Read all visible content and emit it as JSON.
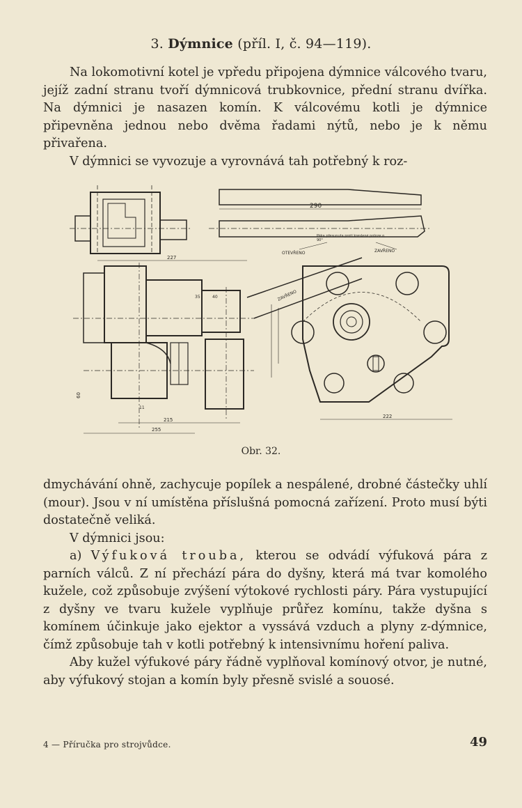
{
  "heading": {
    "number": "3.",
    "title": "Dýmnice",
    "ref": "(příl. I, č. 94—119)."
  },
  "intro": {
    "p1": "Na lokomotivní kotel je vpředu připojena dýmnice válcového tvaru, jejíž zadní stranu tvoří dýmnicová trubkovnice, přední stranu dvířka. Na dýmnici je nasazen komín. K válcovému kotli je dýmnice připevněna jednou nebo dvěma řadami nýtů, nebo je k němu přivařena.",
    "p2": "V dýmnici se vyvozuje a vyrovnává tah potřebný k roz-"
  },
  "figure": {
    "caption": "Obr. 32.",
    "labels": {
      "otevreno": "OTEVŘENO",
      "zavreno": "ZAVŘENO",
      "zavreno2": "ZAVŘENO",
      "note": "Páka přesunuta proti kreslené poloze o 90°",
      "d290": "290",
      "d227": "227",
      "d215": "215",
      "d255": "255",
      "d222": "222",
      "d60": "60",
      "d35": "35",
      "d40": "40",
      "d11": "11"
    }
  },
  "body": {
    "p3": "dmychávání ohně, zachycuje popílek a nespálené, drobné částečky uhlí (mour). Jsou v ní umístěna příslušná pomocná zařízení. Proto musí býti dostatečně veliká.",
    "p4": "V dýmnici jsou:",
    "p5_prefix": "a)",
    "p5_term": "Výfuková trouba,",
    "p5_rest": "kterou se odvádí výfuková pára z parních válců. Z ní přechází pára do dyšny, která má tvar komolého kužele, což způsobuje zvýšení výtokové rychlosti páry. Pára vystupující z dyšny ve tvaru kužele vyplňuje průřez komínu, takže dyšna s komínem účinkuje jako ejektor a vyssává vzduch a plyny z‑dýmnice, čímž způsobuje tah v kotli potřebný k intensivnímu hoření paliva.",
    "p6": "Aby kužel výfukové páry řádně vyplňoval komínový otvor, je nutné, aby výfukový stojan a komín byly přesně svislé a souosé."
  },
  "footer": {
    "left": "4 — Příručka pro strojvůdce.",
    "page_number": "49"
  }
}
